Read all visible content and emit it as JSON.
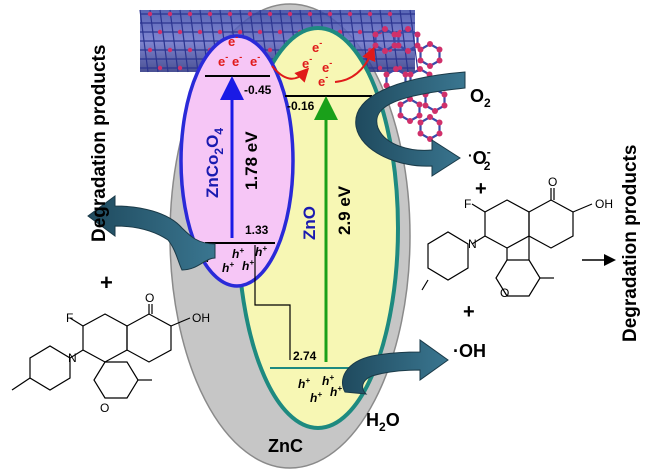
{
  "labels": {
    "degradation_left": "Degradation products",
    "degradation_right": "Degradation products",
    "zncoo_prefix": "ZnCo",
    "zncoo_sub1": "2",
    "zncoo_mid": "O",
    "zncoo_sub2": "4",
    "zno": "ZnO",
    "znc": "ZnC",
    "gap_zncoo": "1.78 eV",
    "gap_zno": "2.9 eV",
    "cb_zncoo": "-0.45",
    "cb_zno": "-0.16",
    "vb_zncoo": "1.33",
    "vb_zno": "2.74",
    "electron": "e",
    "minus": "-",
    "hole": "h",
    "plus": "+",
    "o2": "O",
    "o2_sub": "2",
    "superoxide_dot": "·",
    "superoxide_o": "O",
    "superoxide_sup": "-",
    "superoxide_sub": "2",
    "oh": "·OH",
    "h2o_h": "H",
    "h2o_sub": "2",
    "h2o_o": "O",
    "plus_sign": "+",
    "mol_f": "F",
    "mol_o": "O",
    "mol_oh": "OH",
    "mol_n": "N",
    "mol_o2": "O"
  },
  "colors": {
    "znc_fill": "#c6c6c6",
    "zncoo_fill": "#f6c6f6",
    "zncoo_stroke": "#2a2ad8",
    "zno_fill": "#f7f7b4",
    "zno_stroke": "#1e8a80",
    "electron_red": "#e01a1a",
    "arrow_teal": "#2a5e72",
    "nanotube_blue": "#3a4aa8",
    "nanotube_node": "#d0306a",
    "gap_arrow_zncoo": "#1a1ae6",
    "gap_arrow_zno": "#1aa01a"
  }
}
